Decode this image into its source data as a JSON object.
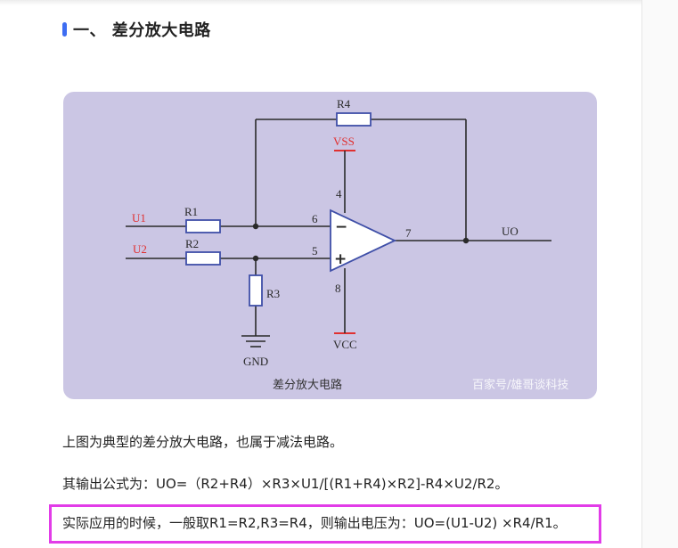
{
  "heading": {
    "text": "一、 差分放大电路"
  },
  "figure": {
    "caption": "差分放大电路",
    "watermark": "百家号/雄哥谈科技",
    "labels": {
      "r1": "R1",
      "r2": "R2",
      "r3": "R3",
      "r4": "R4",
      "u1": "U1",
      "u2": "U2",
      "uo": "UO",
      "vss": "VSS",
      "vcc": "VCC",
      "gnd": "GND",
      "pin4": "4",
      "pin5": "5",
      "pin6": "6",
      "pin7": "7",
      "pin8": "8",
      "minus": "−",
      "plus": "+"
    }
  },
  "paragraphs": {
    "p1": "上图为典型的差分放大电路，也属于减法电路。",
    "p2": "其输出公式为：UO=（R2+R4）×R3×U1/[(R1+R4)×R2]-R4×U2/R2。",
    "p3": "实际应用的时候，一般取R1=R2,R3=R4，则输出电压为：UO=(U1-U2) ×R4/R1。"
  },
  "colors": {
    "figure_bg": "#cbc6e4",
    "wire": "#2a2a2a",
    "component": "#3f4fa8",
    "input_label": "#e03030",
    "highlight": "#e23ce8",
    "accent": "#3d6df2"
  }
}
